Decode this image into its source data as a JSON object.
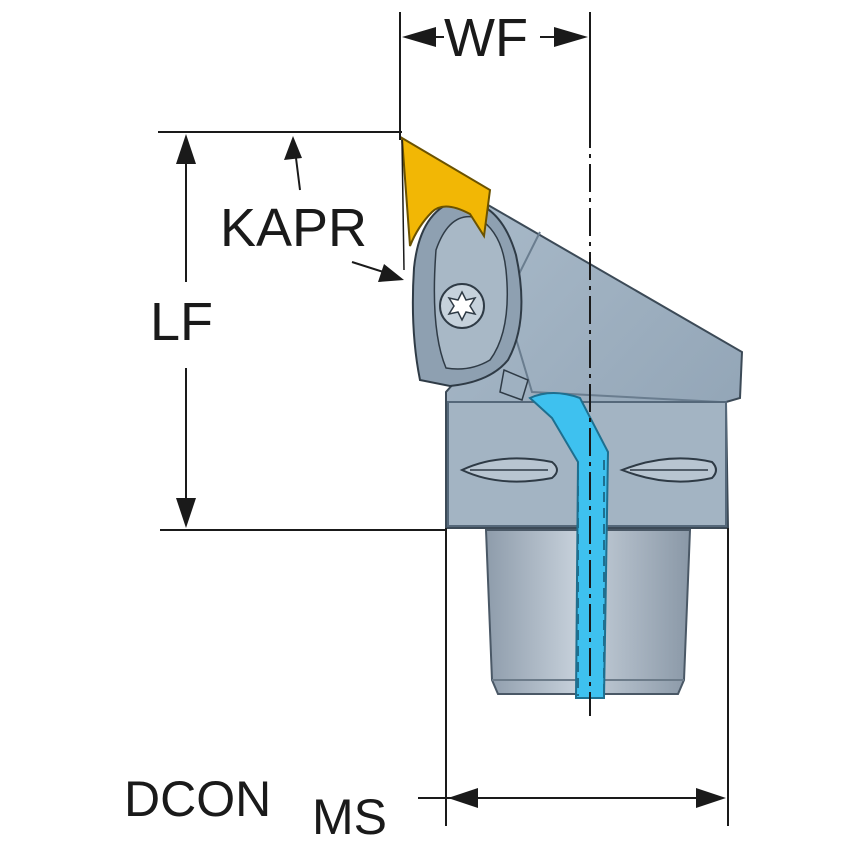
{
  "labels": {
    "wf": "WF",
    "lf": "LF",
    "kapr": "KAPR",
    "dcon": "DCON",
    "dcon_sub": "MS"
  },
  "colors": {
    "body": "#9fb1c1",
    "body_dark": "#7f93a5",
    "insert": "#f2b705",
    "coolant": "#3ec1ef",
    "shank": "#a9b6c4",
    "line": "#1a1a1a"
  }
}
